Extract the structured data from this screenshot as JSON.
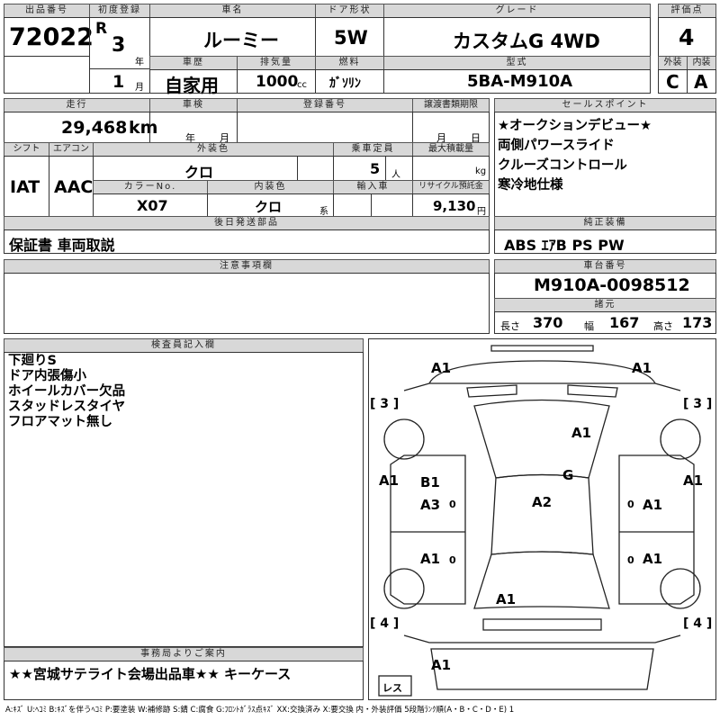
{
  "headers": {
    "lot_no": "出品番号",
    "first_reg": "初度登録",
    "car_name": "車名",
    "door": "ドア形状",
    "grade": "グレード",
    "score": "評価点",
    "history": "車歴",
    "displacement": "排気量",
    "fuel": "燃料",
    "model": "型式",
    "exterior": "外装",
    "interior": "内装",
    "mileage": "走行",
    "inspection": "車検",
    "reg_no": "登録番号",
    "transfer": "譲渡書類期限",
    "sales_points": "セールスポイント",
    "shift": "シフト",
    "aircon": "エアコン",
    "ext_color": "外装色",
    "capacity": "乗車定員",
    "max_load": "最大積載量",
    "color_no": "カラーNo.",
    "int_color": "内装色",
    "import": "輸入車",
    "recycle": "リサイクル預託金",
    "later_parts": "後日発送部品",
    "equipment": "純正装備",
    "notes": "注意事項欄",
    "chassis": "車台番号",
    "specs": "諸元",
    "inspector": "検査員記入欄",
    "office": "事務局よりご案内"
  },
  "vehicle": {
    "lot_no": "72022",
    "era": "R",
    "year": "3",
    "year_unit": "年",
    "month": "1",
    "month_unit": "月",
    "name": "ルーミー",
    "door": "5W",
    "grade": "カスタムG 4WD",
    "score": "4",
    "history": "自家用",
    "displacement": "1000",
    "displacement_unit": "cc",
    "fuel": "ｶﾞｿﾘﾝ",
    "model": "5BA-M910A",
    "exterior_grade": "C",
    "interior_grade": "A",
    "mileage": "29,468",
    "mileage_unit": "km",
    "insp_year_unit": "年",
    "insp_month_unit": "月",
    "transfer_month_unit": "月",
    "transfer_day_unit": "日",
    "shift": "IAT",
    "aircon": "AAC",
    "ext_color": "クロ",
    "capacity": "5",
    "capacity_unit": "人",
    "load_unit": "kg",
    "color_no": "X07",
    "int_color": "クロ",
    "int_color_unit": "系",
    "recycle": "9,130",
    "recycle_unit": "円",
    "later_parts": "保証書 車両取説",
    "equipment": "ABS ｴｱB PS PW",
    "chassis": "M910A-0098512",
    "length_label": "長さ",
    "length": "370",
    "width_label": "幅",
    "width": "167",
    "height_label": "高さ",
    "height": "173"
  },
  "sales_points": [
    "★オークションデビュー★",
    "両側パワースライド",
    "クルーズコントロール",
    "寒冷地仕様"
  ],
  "inspector_notes": [
    "下廻りS",
    "ドア内張傷小",
    "ホイールカバー欠品",
    "スタッドレスタイヤ",
    "フロアマット無し"
  ],
  "office_note": "★★宮城サテライト会場出品車★★ キーケース",
  "legend": "A:ｷｽﾞ U:ﾍｺﾐ B:ｷｽﾞを伴うﾍｺﾐ P:要塗装 W:補修跡 S:錆 C:腐食 G:ﾌﾛﾝﾄｶﾞﾗｽ点ｷｽﾞ XX:交換済み X:要交換 内・外装評価 5段階ﾗﾝｸ順(A・B・C・D・E) 1",
  "diagram": {
    "marks": [
      {
        "label": "A1",
        "zone": "front-left-corner"
      },
      {
        "label": "A1",
        "zone": "front-right-corner"
      },
      {
        "label": "A1",
        "zone": "windshield-right"
      },
      {
        "label": "G",
        "zone": "windshield-lower"
      },
      {
        "label": "A1",
        "zone": "left-side"
      },
      {
        "label": "B1",
        "zone": "left-front-door"
      },
      {
        "label": "A3",
        "zone": "left-front-door-lower"
      },
      {
        "label": "A2",
        "zone": "roof"
      },
      {
        "label": "A1",
        "zone": "right-door"
      },
      {
        "label": "A1",
        "zone": "right-side"
      },
      {
        "label": "A1",
        "zone": "left-rear-door"
      },
      {
        "label": "A1",
        "zone": "right-rear-door"
      },
      {
        "label": "A1",
        "zone": "rear-glass"
      },
      {
        "label": "A1",
        "zone": "rear-bumper"
      }
    ],
    "tire_marks": [
      "3",
      "3",
      "4",
      "4"
    ],
    "spare_label": "レス",
    "door_small_marks": [
      "0",
      "0",
      "0",
      "0"
    ]
  }
}
